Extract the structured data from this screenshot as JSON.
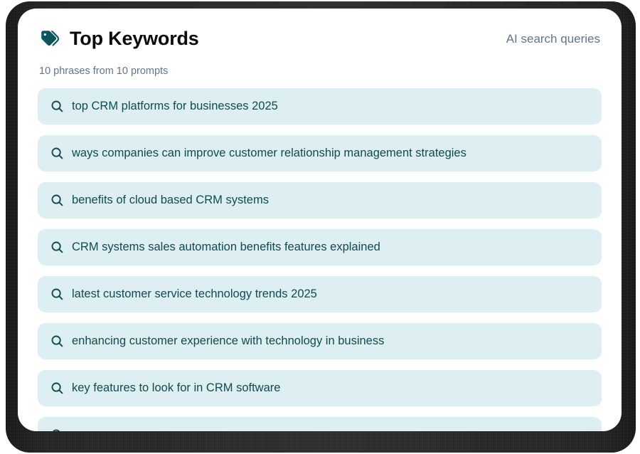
{
  "header": {
    "title": "Top Keywords",
    "title_icon": "tag-icon",
    "note": "AI search queries"
  },
  "subtitle": "10 phrases from 10 prompts",
  "colors": {
    "accent_teal": "#0f4b50",
    "row_background": "#ddeff3",
    "muted_text": "#64748b",
    "card_background": "#ffffff",
    "frame_shadow": "#141414"
  },
  "keywords": [
    {
      "icon": "search-icon",
      "text": "top CRM platforms for businesses 2025"
    },
    {
      "icon": "search-icon",
      "text": "ways companies can improve customer relationship management strategies"
    },
    {
      "icon": "search-icon",
      "text": "benefits of cloud based CRM systems"
    },
    {
      "icon": "search-icon",
      "text": "CRM systems sales automation benefits features explained"
    },
    {
      "icon": "search-icon",
      "text": "latest customer service technology trends 2025"
    },
    {
      "icon": "search-icon",
      "text": "enhancing customer experience with technology in business"
    },
    {
      "icon": "search-icon",
      "text": "key features to look for in CRM software"
    },
    {
      "icon": "search-icon",
      "text": ""
    }
  ]
}
